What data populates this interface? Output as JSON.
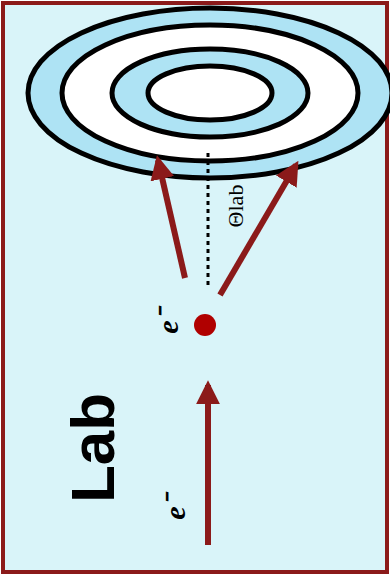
{
  "diagram": {
    "labels": [
      "Lab",
      "e⁻",
      "e⁻",
      "Θlab"
    ]
  }
}
